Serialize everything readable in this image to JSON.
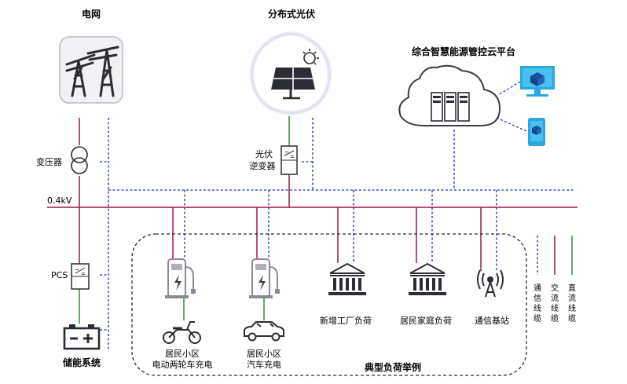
{
  "title_grid": "电网",
  "title_pv": "分布式光伏",
  "title_cloud": "综合智慧能源管控云平台",
  "label_transformer": "变压器",
  "label_pv_inverter_line1": "光伏",
  "label_pv_inverter_line2": "逆变器",
  "label_bus": "0.4kV",
  "label_pcs": "PCS",
  "label_storage": "储能系统",
  "loads": {
    "ev_bike_line1": "居民小区",
    "ev_bike_line2": "电动两轮车充电",
    "ev_car_line1": "居民小区",
    "ev_car_line2": "汽车充电",
    "factory": "新增工厂负荷",
    "residential": "居民家庭负荷",
    "telecom": "通信基站"
  },
  "loads_group_title": "典型负荷举例",
  "legend": {
    "comm": [
      "通",
      "信",
      "线",
      "缆"
    ],
    "ac": [
      "交",
      "流",
      "线",
      "缆"
    ],
    "dc": [
      "直",
      "流",
      "线",
      "缆"
    ]
  },
  "colors": {
    "ac": "#a0134a",
    "comm": "#1f2dbf",
    "dc": "#2f8a35",
    "icon_dark": "#3a3a44",
    "cyan": "#2aa9e0"
  }
}
